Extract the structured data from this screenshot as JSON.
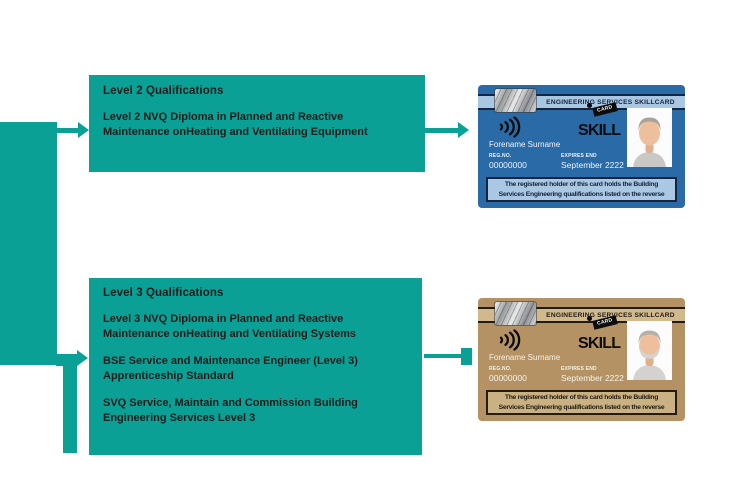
{
  "palette": {
    "teal": "#0aa096",
    "ink": "#1d1d1b",
    "card_blue": "#2a6aa6",
    "card_blue_band": "#a9c6e2",
    "card_blue_dark": "#132540",
    "card_blue_footer_bg": "#aac7e3",
    "card_gold": "#b49264",
    "card_gold_band": "#cfb98d",
    "card_gold_dark": "#221b10",
    "card_gold_footer_bg": "#c9b183"
  },
  "level2_box": {
    "title": "Level 2 Qualifications",
    "items": [
      "Level 2 NVQ Diploma in Planned and Reactive Maintenance onHeating and Ventilating Equipment"
    ]
  },
  "level3_box": {
    "title": "Level 3 Qualifications",
    "items": [
      "Level 3 NVQ Diploma in Planned and Reactive Maintenance onHeating and Ventilating Systems",
      "BSE Service and Maintenance Engineer (Level 3) Apprenticeship Standard",
      "SVQ Service, Maintain and Commission Building Engineering Services Level 3"
    ]
  },
  "cards": {
    "blue": {
      "band_title": "ENGINEERING SERVICES SKILLCARD",
      "logo_word": "SKILL",
      "logo_badge": "CARD",
      "name": "Forename Surname",
      "reg_label": "REG.NO.",
      "reg_value": "00000000",
      "expires_label": "EXPIRES END",
      "expires_value": "September 2222",
      "footer_line1": "The registered holder of this card holds the Building",
      "footer_line2": "Services Engineering qualifications listed on the reverse"
    },
    "gold": {
      "band_title": "ENGINEERING SERVICES SKILLCARD",
      "logo_word": "SKILL",
      "logo_badge": "CARD",
      "name": "Forename Surname",
      "reg_label": "REG.NO.",
      "reg_value": "00000000",
      "expires_label": "EXPIRES END",
      "expires_value": "September 2222",
      "footer_line1": "The registered holder of this card holds the Building",
      "footer_line2": "Services Engineering qualifications listed on the reverse"
    }
  },
  "icons": {
    "contactless": "contactless-waves-icon",
    "chip": "hologram-chip",
    "photo_blue": "portrait-man-grey-hair",
    "photo_gold": "portrait-man-grey-beard"
  }
}
